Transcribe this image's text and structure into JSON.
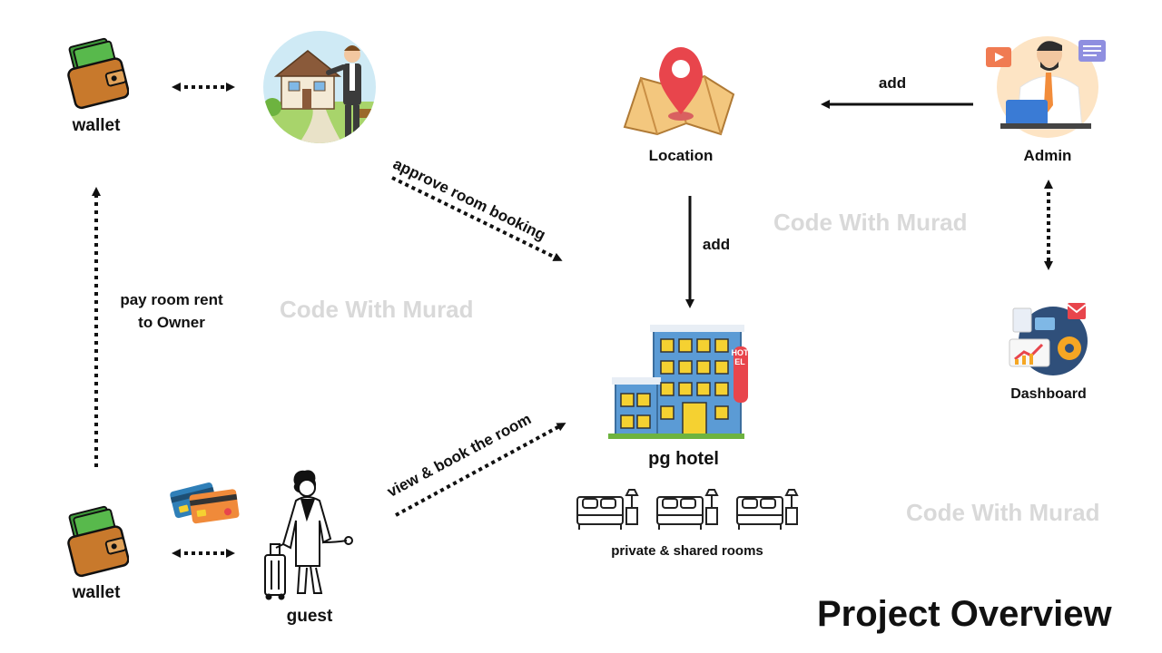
{
  "nodes": {
    "wallet_top": "wallet",
    "location": "Location",
    "admin": "Admin",
    "dashboard": "Dashboard",
    "pg_hotel": "pg hotel",
    "rooms": "private & shared rooms",
    "wallet_bottom": "wallet",
    "guest": "guest"
  },
  "edges": {
    "approve": "approve room booking",
    "admin_add": "add",
    "location_add": "add",
    "pay_rent": "pay room rent\nto Owner",
    "view_book": "view & book the room"
  },
  "watermarks": [
    "Code With Murad",
    "Code With Murad",
    "Code With Murad"
  ],
  "title": "Project Overview",
  "hotel_sign": "HOTEL",
  "colors": {
    "wallet": "#c8792c",
    "money": "#4caf50",
    "pin": "#e8454c",
    "map": "#f3c77e",
    "hotel_blue": "#5b9bd5",
    "window": "#f5d131",
    "watermark": "#d9d9d9"
  }
}
